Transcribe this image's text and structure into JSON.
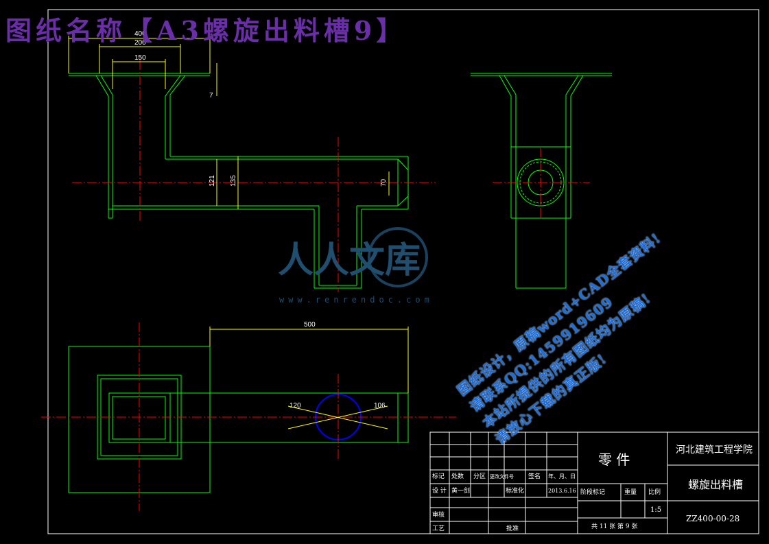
{
  "banner": {
    "title": "图纸名称【A3螺旋出料槽9】"
  },
  "dimensions": {
    "d400": "400",
    "d200": "200",
    "d150": "150",
    "d7": "7",
    "d121": "121",
    "d135": "135",
    "d70": "70",
    "d500": "500",
    "d120": "120",
    "d106": "106"
  },
  "title_block": {
    "part_type": "零  件",
    "school": "河北建筑工程学院",
    "part_name": "螺旋出料槽",
    "drawing_number": "ZZ400-00-28",
    "scale": "1:5",
    "sheet_info": "共 11 张  第 9 张",
    "stage_label": "阶段标记",
    "weight_label": "重量",
    "scale_label": "比例",
    "row_headers": [
      "标记",
      "处数",
      "分区",
      "更改文件号",
      "签名",
      "年、月、日"
    ],
    "design_label": "设 计",
    "designer": "黄一剑",
    "standard_label": "标准化",
    "date": "2013.6.16",
    "review_label": "审核",
    "process_label": "工艺",
    "approve_label": "批准"
  },
  "watermark": {
    "logo_text": "人人文库",
    "url": "www.renrendoc.com",
    "lines": [
      "图纸设计，原稿word+CAD全套资料!",
      "请联系QQ:1459919609",
      "本站所提供的所有图纸均为原稿!",
      "请放心下载的真正版!"
    ]
  },
  "colors": {
    "outline": "#00ff00",
    "centerline": "#ff0000",
    "dimension": "#ffff00",
    "circle": "#0000ff",
    "frame": "#ffffff"
  }
}
